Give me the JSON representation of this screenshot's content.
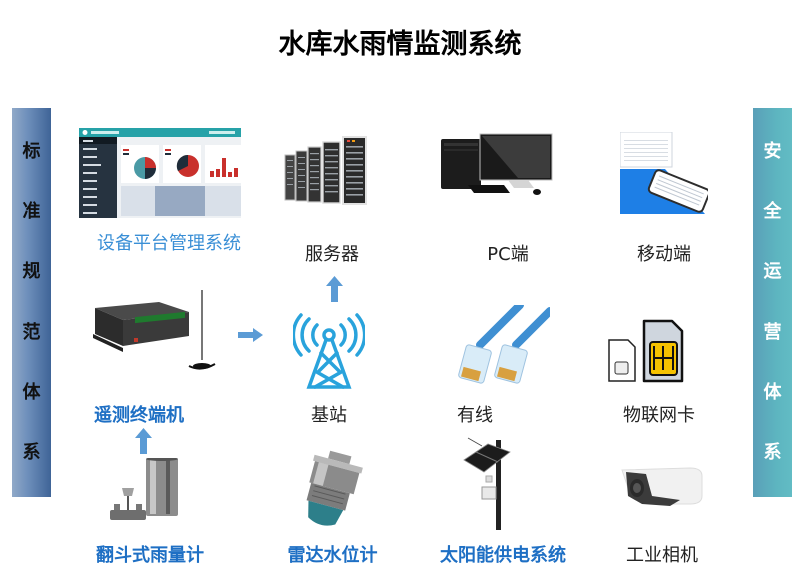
{
  "title": "水库水雨情监测系统",
  "left_bar": {
    "chars": [
      "标",
      "准",
      "规",
      "范",
      "体",
      "系"
    ],
    "label": "标准规范体系",
    "color": "#6e8fbb"
  },
  "right_bar": {
    "chars": [
      "安",
      "全",
      "运",
      "营",
      "体",
      "系"
    ],
    "label": "安全运营体系",
    "color": "#5db5c0"
  },
  "nodes": {
    "platform": {
      "label": "设备平台管理系统",
      "icon": "dashboard-screenshot"
    },
    "server": {
      "label": "服务器",
      "icon": "server-rack-icon"
    },
    "pc": {
      "label": "PC端",
      "icon": "desktop-pc-icon"
    },
    "mobile": {
      "label": "移动端",
      "icon": "mobile-app-icon"
    },
    "rtu": {
      "label": "遥测终端机",
      "icon": "rtu-device-icon"
    },
    "base_station": {
      "label": "基站",
      "icon": "cell-tower-icon"
    },
    "wired": {
      "label": "有线",
      "icon": "ethernet-cable-icon"
    },
    "iot_card": {
      "label": "物联网卡",
      "icon": "sim-card-icon"
    },
    "rain_gauge": {
      "label": "翻斗式雨量计",
      "icon": "rain-gauge-icon"
    },
    "radar": {
      "label": "雷达水位计",
      "icon": "radar-level-icon"
    },
    "solar": {
      "label": "太阳能供电系统",
      "icon": "solar-pole-icon"
    },
    "camera": {
      "label": "工业相机",
      "icon": "bullet-camera-icon"
    }
  },
  "colors": {
    "arrow": "#5b9bd5",
    "tower": "#29a3dc",
    "label_blue": "#1e6fc4"
  }
}
